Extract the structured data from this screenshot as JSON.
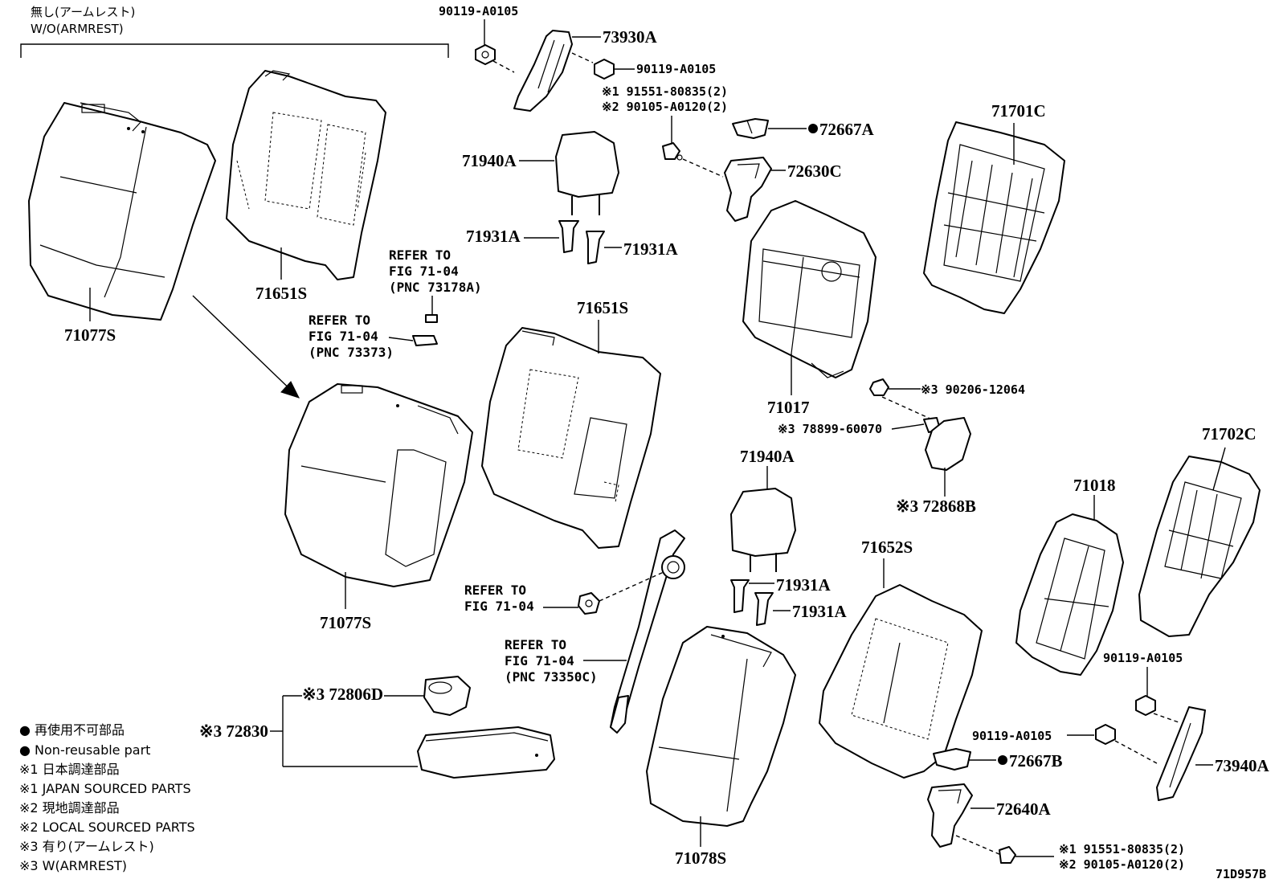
{
  "header": {
    "variant_jp": "無し(アームレスト)",
    "variant_en": "W/O(ARMREST)"
  },
  "labels": {
    "p_90119_a0105_top": "90119-A0105",
    "p_73930a": "73930A",
    "p_90119_a0105_right": "90119-A0105",
    "p_note1_91551_top": "※1 91551-80835(2)",
    "p_note2_90105_top": "※2 90105-A0120(2)",
    "p_72667a": "72667A",
    "p_72630c": "72630C",
    "p_71701c": "71701C",
    "p_71940a_top": "71940A",
    "p_71931a_left_top": "71931A",
    "p_71931a_right_top": "71931A",
    "p_71651s_top": "71651S",
    "p_71077s_top": "71077S",
    "p_71651s_mid": "71651S",
    "p_71017": "71017",
    "p_90206_12064": "※3 90206-12064",
    "p_78899_60070": "※3 78899-60070",
    "p_72868b": "※3 72868B",
    "p_71702c": "71702C",
    "p_71940a_mid": "71940A",
    "p_71018": "71018",
    "p_71652s": "71652S",
    "p_71931a_a": "71931A",
    "p_71931a_b": "71931A",
    "p_71077s_mid": "71077S",
    "p_90119_a0105_lr1": "90119-A0105",
    "p_90119_a0105_lr2": "90119-A0105",
    "p_72667b": "72667B",
    "p_73940a": "73940A",
    "p_72640a": "72640A",
    "p_note1_91551_bot": "※1 91551-80835(2)",
    "p_note2_90105_bot": "※2 90105-A0120(2)",
    "p_72806d": "※3 72806D",
    "p_72830": "※3 72830",
    "p_71078s": "71078S",
    "diagram_id": "71D957B"
  },
  "refs": {
    "ref1": [
      "REFER TO",
      "FIG 71-04",
      "(PNC 73178A)"
    ],
    "ref2": [
      "REFER TO",
      "FIG 71-04",
      "(PNC 73373)"
    ],
    "ref3": [
      "REFER TO",
      "FIG 71-04"
    ],
    "ref4": [
      "REFER TO",
      "FIG 71-04",
      "(PNC 73350C)"
    ]
  },
  "legend": {
    "l1": "● 再使用不可部品",
    "l2": "● Non-reusable part",
    "l3": "※1 日本調達部品",
    "l4": "※1 JAPAN SOURCED PARTS",
    "l5": "※2 現地調達部品",
    "l6": "※2 LOCAL SOURCED PARTS",
    "l7": "※3 有り(アームレスト)",
    "l8": "※3 W(ARMREST)"
  }
}
